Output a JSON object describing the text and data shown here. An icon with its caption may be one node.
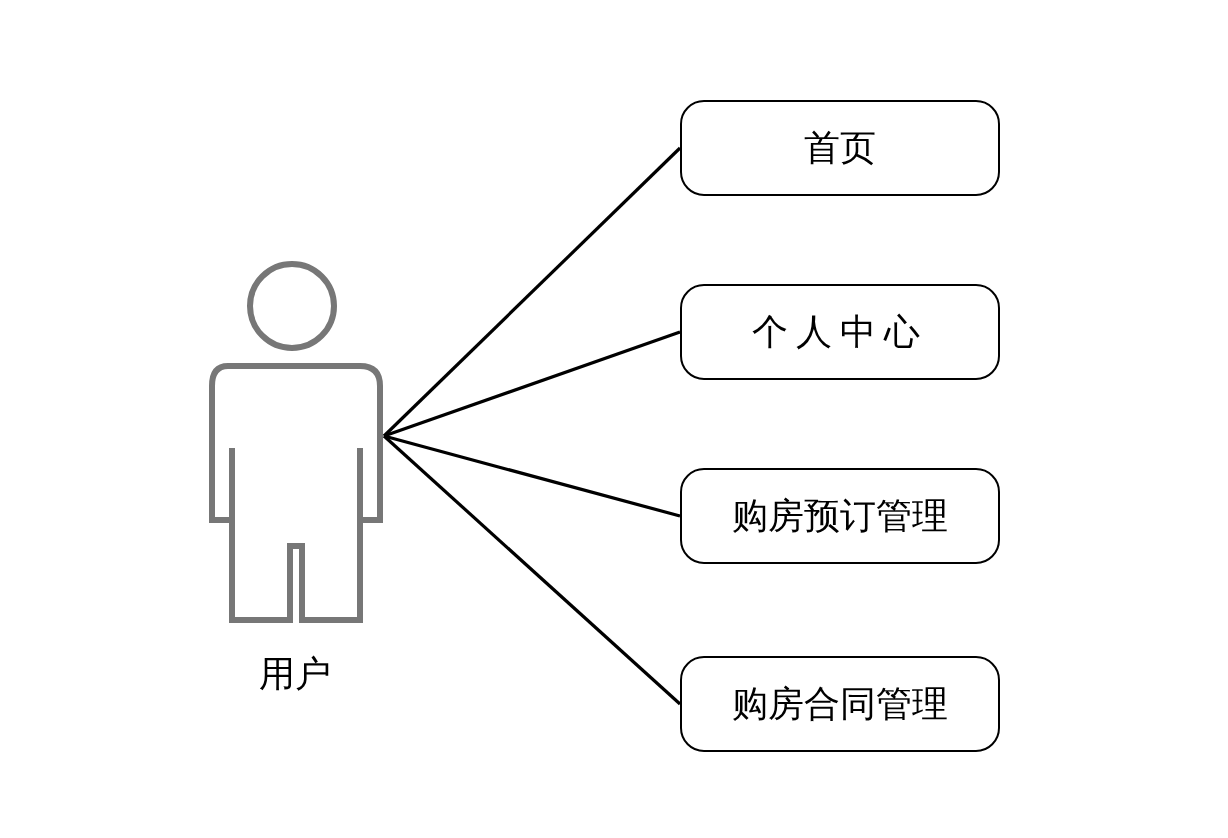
{
  "diagram": {
    "nodes": [
      {
        "text": [
          "用户"
        ]
      },
      {
        "text": [
          "首页"
        ]
      },
      {
        "text": [
          "个人中心"
        ]
      },
      {
        "text": [
          "购房预订管理"
        ]
      },
      {
        "text": [
          "购房合同管理"
        ]
      }
    ],
    "edges": [
      {
        "from": 0,
        "to": 1,
        "arrow": "none"
      },
      {
        "from": 0,
        "to": 2,
        "arrow": "none"
      },
      {
        "from": 0,
        "to": 3,
        "arrow": "none"
      },
      {
        "from": 0,
        "to": 4,
        "arrow": "none"
      }
    ]
  }
}
